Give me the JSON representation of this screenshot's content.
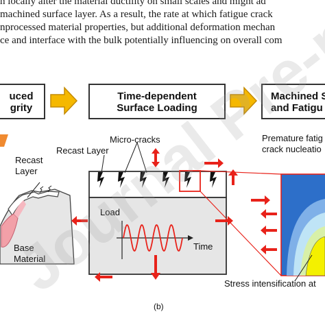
{
  "paragraph_lines": [
    "h locally alter the material ductility on small scales and might ad",
    "machined surface layer. As a result, the rate at which fatigue crack",
    "nprocessed material properties, but additional deformation mechan",
    "ce and interface with the bulk  potentially influencing on overall com"
  ],
  "flow_boxes": {
    "left": [
      "uced",
      "grity"
    ],
    "middle": [
      "Time-dependent",
      "Surface Loading"
    ],
    "right": [
      "Machined S",
      "and Fatigu"
    ]
  },
  "labels": {
    "recast_layer_left": [
      "Recast",
      "Layer"
    ],
    "base_material": [
      "Base",
      "Material"
    ],
    "recast_layer_middle": "Recast Layer",
    "micro_cracks": "Micro-cracks",
    "load": "Load",
    "time": "Time",
    "premature": [
      "Premature fatig",
      "crack nucleatio"
    ],
    "stress": "Stress intensification at",
    "caption": "(b)"
  },
  "watermark": "Journal Pre-proof",
  "colors": {
    "arrow_fill": "#f5b800",
    "arrow_stroke": "#c48a00",
    "red": "#e8221a",
    "gray_block": "#e6e6e6",
    "pink": "#f2a0a8",
    "blue_outer": "#2d6fc9",
    "yellow_inner": "#f4f000"
  }
}
